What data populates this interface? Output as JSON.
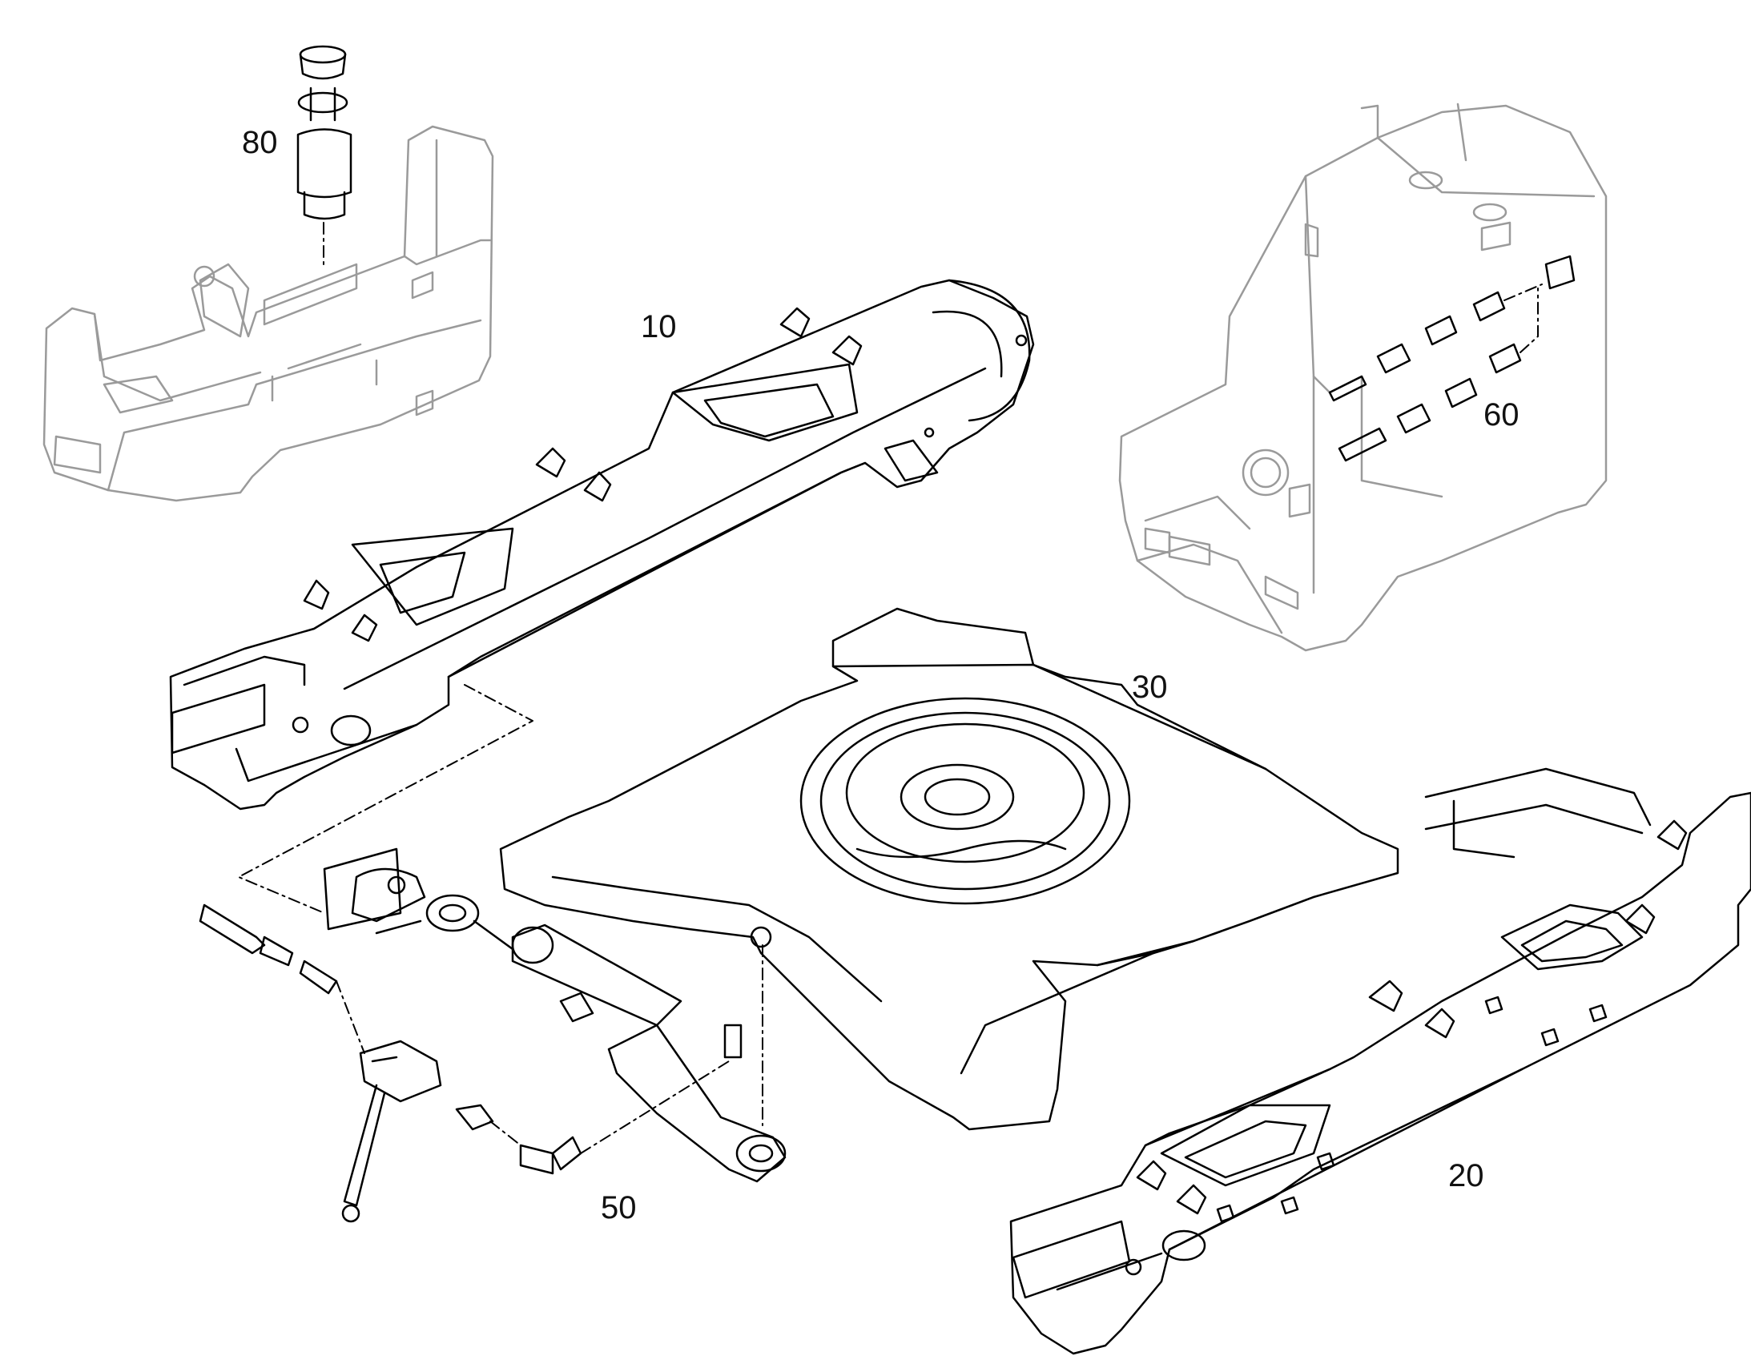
{
  "callouts": {
    "c80": "80",
    "c10": "10",
    "c60": "60",
    "c30": "30",
    "c20": "20",
    "c50": "50"
  },
  "colors": {
    "line": "#000000",
    "faded_line": "#9a9a9a",
    "background": "#ffffff"
  }
}
